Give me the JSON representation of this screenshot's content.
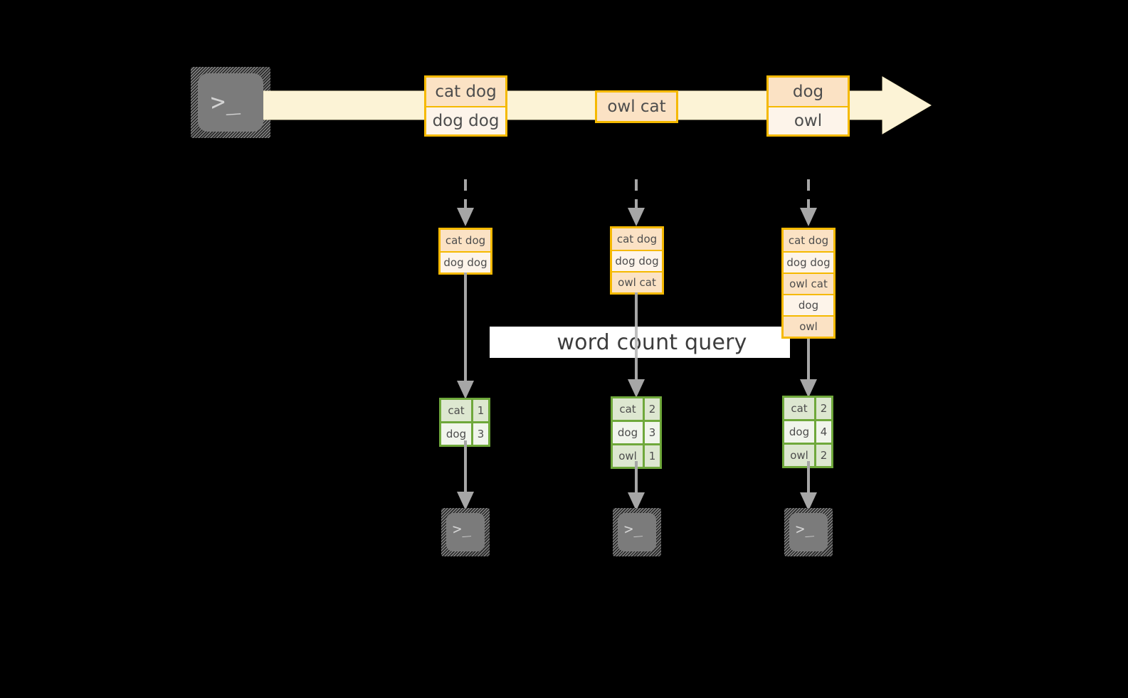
{
  "diagram": {
    "title": "word count query over a record stream",
    "colors": {
      "background": "#000000",
      "record_border": "#f5b900",
      "record_fill_dark": "#fbe2c4",
      "record_fill_light": "#fdf4ea",
      "stream_arrow_fill": "#fcf3d6",
      "stream_arrow_stroke": "#f2e7b9",
      "result_border": "#6fa83b",
      "result_fill_dark": "#dde7d0",
      "result_fill_light": "#f1f5ec",
      "connector": "#a6a6a6",
      "icon_body": "#7b7b7b",
      "icon_glyph": "#d8d8d8",
      "label_band": "#ffffff",
      "label_text": "#3c3c3c"
    },
    "query_label": "word count query",
    "source": {
      "icon": "terminal-icon",
      "glyph": ">_"
    },
    "stream": {
      "icon": "right-arrow-icon",
      "records": [
        {
          "lines": [
            "cat dog",
            "dog dog"
          ]
        },
        {
          "lines": [
            "owl cat"
          ]
        },
        {
          "lines": [
            "dog",
            "owl"
          ]
        }
      ]
    },
    "snapshots": [
      {
        "label": "snapshot-1",
        "input_lines": [
          "cat dog",
          "dog dog"
        ],
        "result_header": null,
        "result_rows": [
          {
            "word": "cat",
            "count": "1"
          },
          {
            "word": "dog",
            "count": "3"
          }
        ],
        "sink": {
          "icon": "terminal-icon",
          "glyph": ">_"
        }
      },
      {
        "label": "snapshot-2",
        "input_lines": [
          "cat dog",
          "dog dog",
          "owl cat"
        ],
        "result_header": null,
        "result_rows": [
          {
            "word": "cat",
            "count": "2"
          },
          {
            "word": "dog",
            "count": "3"
          },
          {
            "word": "owl",
            "count": "1"
          }
        ],
        "sink": {
          "icon": "terminal-icon",
          "glyph": ">_"
        }
      },
      {
        "label": "snapshot-3",
        "input_lines": [
          "cat dog",
          "dog dog",
          "owl cat",
          "dog",
          "owl"
        ],
        "result_header": null,
        "result_rows": [
          {
            "word": "cat",
            "count": "2"
          },
          {
            "word": "dog",
            "count": "4"
          },
          {
            "word": "owl",
            "count": "2"
          }
        ],
        "sink": {
          "icon": "terminal-icon",
          "glyph": ">_"
        }
      }
    ]
  }
}
